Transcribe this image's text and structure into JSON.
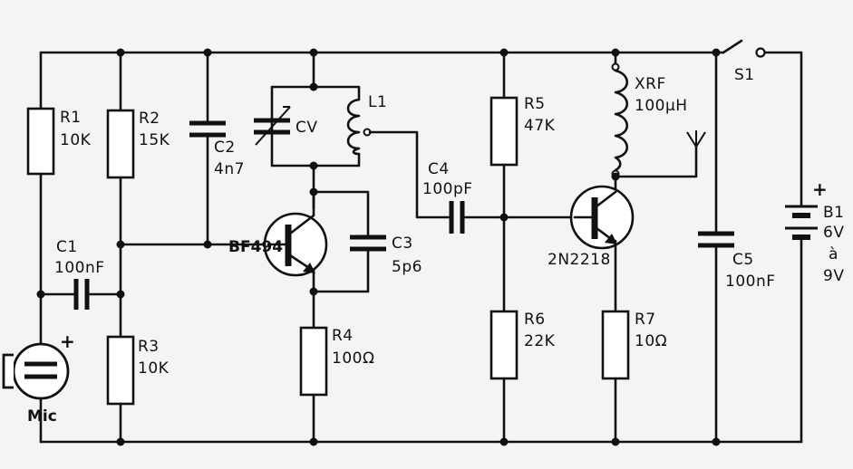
{
  "components": {
    "r1": {
      "name": "R1",
      "value": "10K"
    },
    "r2": {
      "name": "R2",
      "value": "15K"
    },
    "c2": {
      "name": "C2",
      "value": "4n7"
    },
    "cv": {
      "name": "CV"
    },
    "l1": {
      "name": "L1"
    },
    "c1": {
      "name": "C1",
      "value": "100nF"
    },
    "r3": {
      "name": "R3",
      "value": "10K"
    },
    "mic": {
      "name": "Mic",
      "polarity": "+"
    },
    "q1": {
      "name": "BF494"
    },
    "c3": {
      "name": "C3",
      "value": "5p6"
    },
    "r4": {
      "name": "R4",
      "value": "100Ω"
    },
    "c4": {
      "name": "C4",
      "value": "100pF"
    },
    "r5": {
      "name": "R5",
      "value": "47K"
    },
    "r6": {
      "name": "R6",
      "value": "22K"
    },
    "xrf": {
      "name": "XRF",
      "value": "100µH"
    },
    "q2": {
      "name": "2N2218"
    },
    "r7": {
      "name": "R7",
      "value": "10Ω"
    },
    "c5": {
      "name": "C5",
      "value": "100nF"
    },
    "s1": {
      "name": "S1"
    },
    "b1": {
      "name": "B1",
      "value": "6V",
      "connector": "à",
      "value2": "9V",
      "polarity": "+"
    }
  }
}
